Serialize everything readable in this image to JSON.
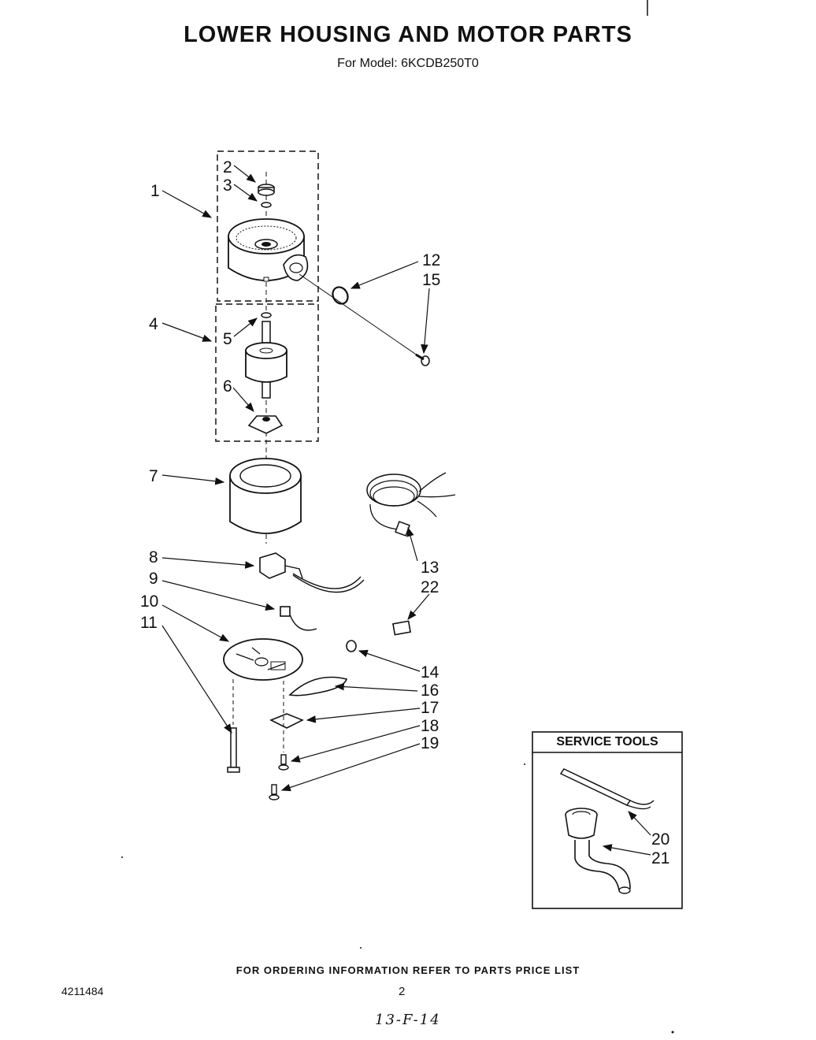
{
  "header": {
    "title": "LOWER HOUSING AND MOTOR PARTS",
    "subtitle": "For Model: 6KCDB250T0"
  },
  "callouts": {
    "c1": "1",
    "c2": "2",
    "c3": "3",
    "c4": "4",
    "c5": "5",
    "c6": "6",
    "c7": "7",
    "c8": "8",
    "c9": "9",
    "c10": "10",
    "c11": "11",
    "c12": "12",
    "c13": "13",
    "c14": "14",
    "c15": "15",
    "c16": "16",
    "c17": "17",
    "c18": "18",
    "c19": "19",
    "c20": "20",
    "c21": "21",
    "c22": "22"
  },
  "service_tools": {
    "title": "SERVICE TOOLS"
  },
  "footer": {
    "ordering": "FOR ORDERING INFORMATION REFER TO PARTS PRICE LIST",
    "doc_number": "4211484",
    "page_number": "2",
    "handwritten": "13-F-14"
  }
}
